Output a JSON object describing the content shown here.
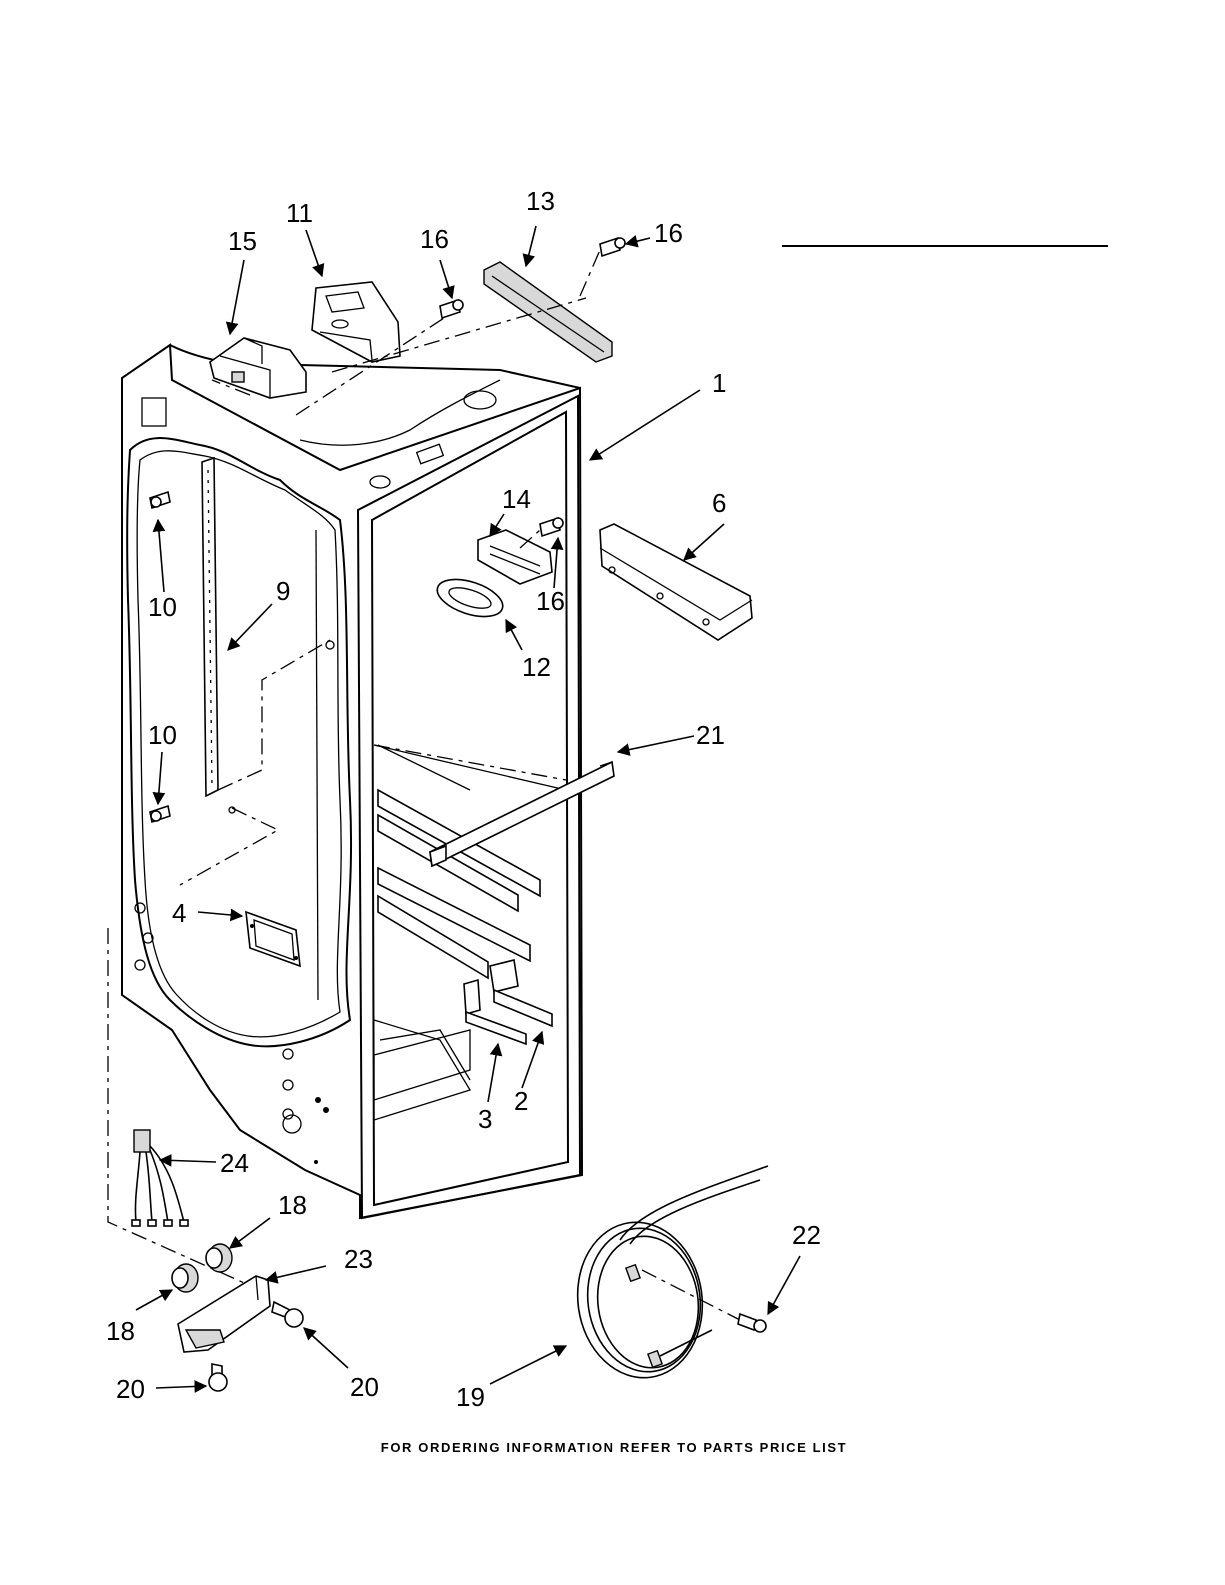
{
  "diagram": {
    "callouts": [
      "1",
      "2",
      "3",
      "4",
      "6",
      "9",
      "10",
      "10",
      "11",
      "12",
      "13",
      "14",
      "15",
      "16",
      "16",
      "16",
      "18",
      "18",
      "19",
      "20",
      "20",
      "21",
      "22",
      "23",
      "24"
    ]
  },
  "footer": {
    "text": "FOR ORDERING INFORMATION REFER TO PARTS PRICE LIST"
  }
}
